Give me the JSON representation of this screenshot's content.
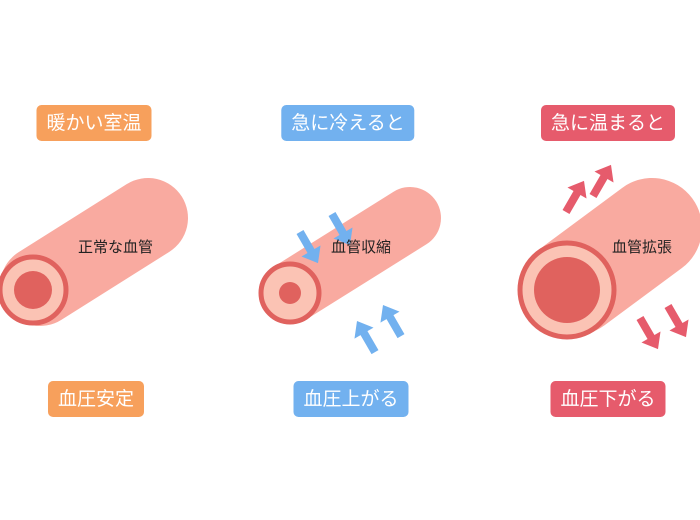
{
  "colors": {
    "orange": "#F7A05C",
    "blue": "#72B1EF",
    "red": "#E65B6C",
    "vessel": "#F9AAA0",
    "wall": "#E0625E",
    "inner": "#FBC3B4"
  },
  "panels": [
    {
      "condition": "暖かい室温",
      "vessel_label": "正常な血管",
      "result": "血圧安定",
      "color": "orange",
      "icon": "none"
    },
    {
      "condition": "急に冷えると",
      "vessel_label": "血管収縮",
      "result": "血圧上がる",
      "color": "blue",
      "icon": "inward-arrows"
    },
    {
      "condition": "急に温まると",
      "vessel_label": "血管拡張",
      "result": "血圧下がる",
      "color": "red",
      "icon": "outward-arrows"
    }
  ]
}
